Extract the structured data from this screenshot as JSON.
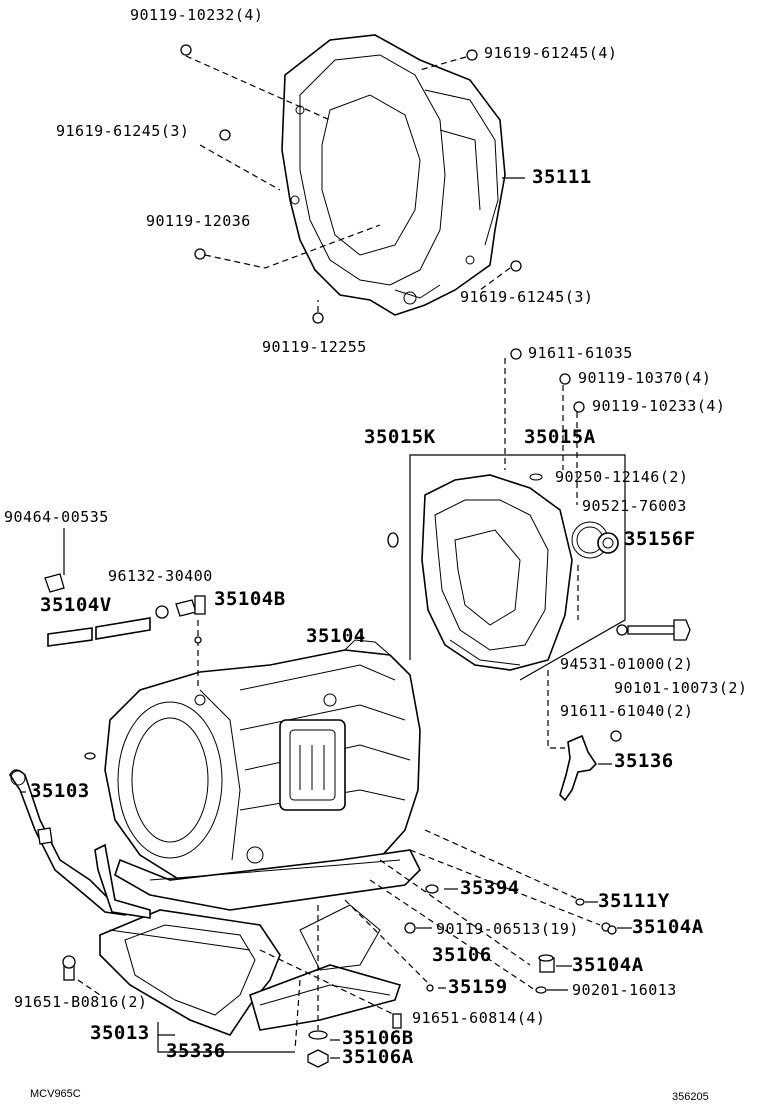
{
  "labels": {
    "l_90119_10232": "90119-10232(4)",
    "l_91619_61245_4": "91619-61245(4)",
    "l_91619_61245_3a": "91619-61245(3)",
    "l_35111": "35111",
    "l_90119_12036": "90119-12036",
    "l_91619_61245_3b": "91619-61245(3)",
    "l_90119_12255": "90119-12255",
    "l_91611_61035": "91611-61035",
    "l_90119_10370": "90119-10370(4)",
    "l_90119_10233": "90119-10233(4)",
    "l_35015K": "35015K",
    "l_35015A": "35015A",
    "l_90250_12146": "90250-12146(2)",
    "l_90521_76003": "90521-76003",
    "l_35156F": "35156F",
    "l_90464_00535": "90464-00535",
    "l_96132_30400": "96132-30400",
    "l_35104V": "35104V",
    "l_35104B": "35104B",
    "l_35104": "35104",
    "l_94531_01000": "94531-01000(2)",
    "l_90101_10073": "90101-10073(2)",
    "l_91611_61040": "91611-61040(2)",
    "l_35136": "35136",
    "l_35103": "35103",
    "l_35394": "35394",
    "l_35111Y": "35111Y",
    "l_90119_06513": "90119-06513(19)",
    "l_35104A_1": "35104A",
    "l_35106": "35106",
    "l_35104A_2": "35104A",
    "l_35159": "35159",
    "l_90201_16013": "90201-16013",
    "l_91651_B0816": "91651-B0816(2)",
    "l_91651_60814": "91651-60814(4)",
    "l_35013": "35013",
    "l_35106B": "35106B",
    "l_35336": "35336",
    "l_35106A": "35106A"
  },
  "corner": {
    "diagram_code": "MCV965C",
    "figure_number": "356205"
  },
  "colors": {
    "ink": "#000000",
    "paper": "#ffffff"
  }
}
